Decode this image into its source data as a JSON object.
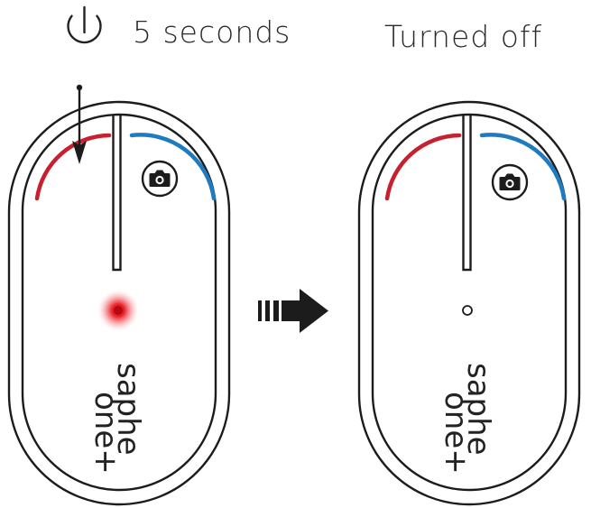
{
  "instruction": {
    "duration_label": "5 seconds",
    "result_label": "Turned off"
  },
  "device_before": {
    "brand_line1": "saphe",
    "brand_line2": "one+"
  },
  "device_after": {
    "brand_line1": "saphe",
    "brand_line2": "one+"
  },
  "colors": {
    "outline": "#1c1c1c",
    "red_arc": "#c8202f",
    "blue_arc": "#1e7bbf",
    "led_glow": "#e8141d"
  },
  "icons": {
    "power": "power-icon",
    "camera": "camera-icon",
    "press_arrow": "press-arrow-icon",
    "transition_arrow": "transition-arrow-icon"
  }
}
